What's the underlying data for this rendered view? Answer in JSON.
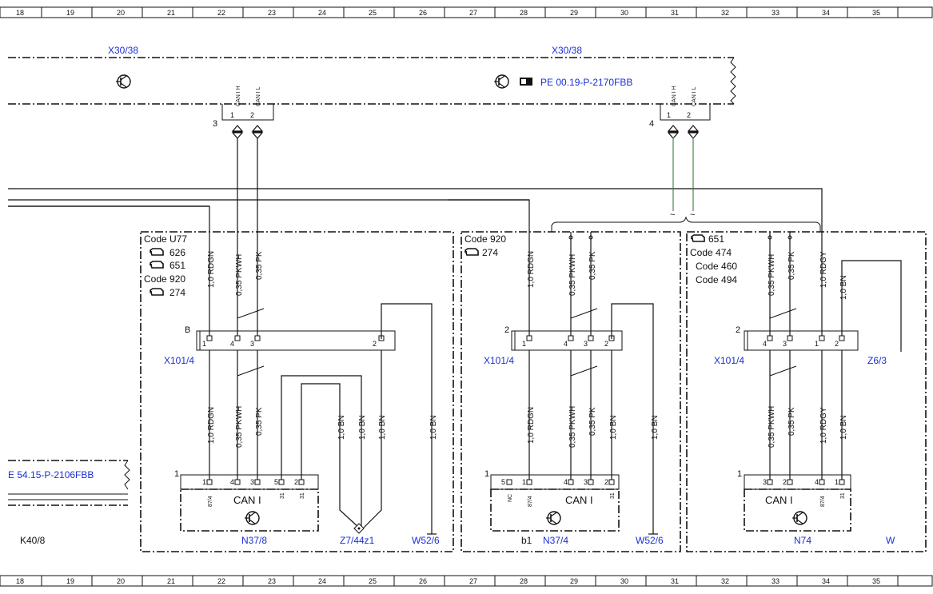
{
  "grid_columns": [
    "18",
    "19",
    "20",
    "21",
    "22",
    "23",
    "24",
    "25",
    "26",
    "27",
    "28",
    "29",
    "30",
    "31",
    "32",
    "33",
    "34",
    "35"
  ],
  "connector_refs": {
    "left_x30": "X30/38",
    "right_x30": "X30/38"
  },
  "ref_link": "PE 00.19-P-2170FBB",
  "left_ref_link": "E 54.15-P-2106FBB",
  "k_label": "K40/8",
  "can_pins": {
    "h": "CAN I H",
    "l": "CAN I L"
  },
  "connector_numbers": {
    "left": "3",
    "right": "4"
  },
  "tilde": "~",
  "block1": {
    "codes": [
      "Code U77",
      "626",
      "651",
      "Code 920",
      "274"
    ],
    "connector_label": "X101/4",
    "connector_mark": "B",
    "wires_top": [
      "1,0 RDGN",
      "0,35 PKWH",
      "0,35 PK"
    ],
    "wires_bottom": [
      "1,0 RDGN",
      "0,35 PKWH",
      "0,35 PK",
      "1,0 BN",
      "1,0 BN",
      "1,0 BN",
      "1,0 BN"
    ],
    "pins_conn": [
      "1",
      "4",
      "3",
      "2"
    ],
    "pins_module": [
      "1",
      "4",
      "3",
      "5",
      "2"
    ],
    "subpins": [
      "87/4",
      "31",
      "31"
    ],
    "module_num": "1",
    "module_text": "CAN I",
    "module_label": "N37/8",
    "ground_label": "Z7/44z1",
    "w_label": "W52/6"
  },
  "block2": {
    "codes": [
      "Code 920",
      "274"
    ],
    "connector_label": "X101/4",
    "connector_mark": "2",
    "wires_top": [
      "1,0 RDGN",
      "0,35 PKWH",
      "0,35 PK"
    ],
    "wires_bottom": [
      "1,0 RDGN",
      "0,35 PKWH",
      "0,35 PK",
      "1,0 BN",
      "1,0 BN"
    ],
    "pins_conn": [
      "1",
      "4",
      "3",
      "2"
    ],
    "pins_module": [
      "5",
      "1",
      "4",
      "3",
      "2"
    ],
    "subpins": [
      "NC",
      "87/4",
      "31"
    ],
    "module_num": "1",
    "module_text": "CAN I",
    "module_prefix": "b1",
    "module_label": "N37/4",
    "w_label": "W52/6"
  },
  "block3": {
    "codes": [
      "651",
      "Code 474",
      "Code 460",
      "Code 494"
    ],
    "connector_label": "X101/4",
    "connector_mark": "2",
    "wires_top": [
      "0,35 PKWH",
      "0,35 PK",
      "1,0 RDGY",
      "1,0 BN"
    ],
    "wires_bottom": [
      "0,35 PKWH",
      "0,35 PK",
      "1,0 RDGY",
      "1,0 BN"
    ],
    "pins_conn": [
      "4",
      "3",
      "1",
      "2"
    ],
    "pins_module": [
      "3",
      "2",
      "4",
      "1"
    ],
    "subpins": [
      "87/4",
      "31"
    ],
    "module_num": "1",
    "module_text": "CAN I",
    "module_label": "N74",
    "z_label": "Z6/3",
    "w_label": "W"
  },
  "colors": {
    "label_blue": "#1a2fd6",
    "line": "#111111",
    "green_wire": "#3a7a3a"
  },
  "icons": [
    "transistor-icon",
    "engine-code-icon",
    "pointing-hand-icon"
  ]
}
